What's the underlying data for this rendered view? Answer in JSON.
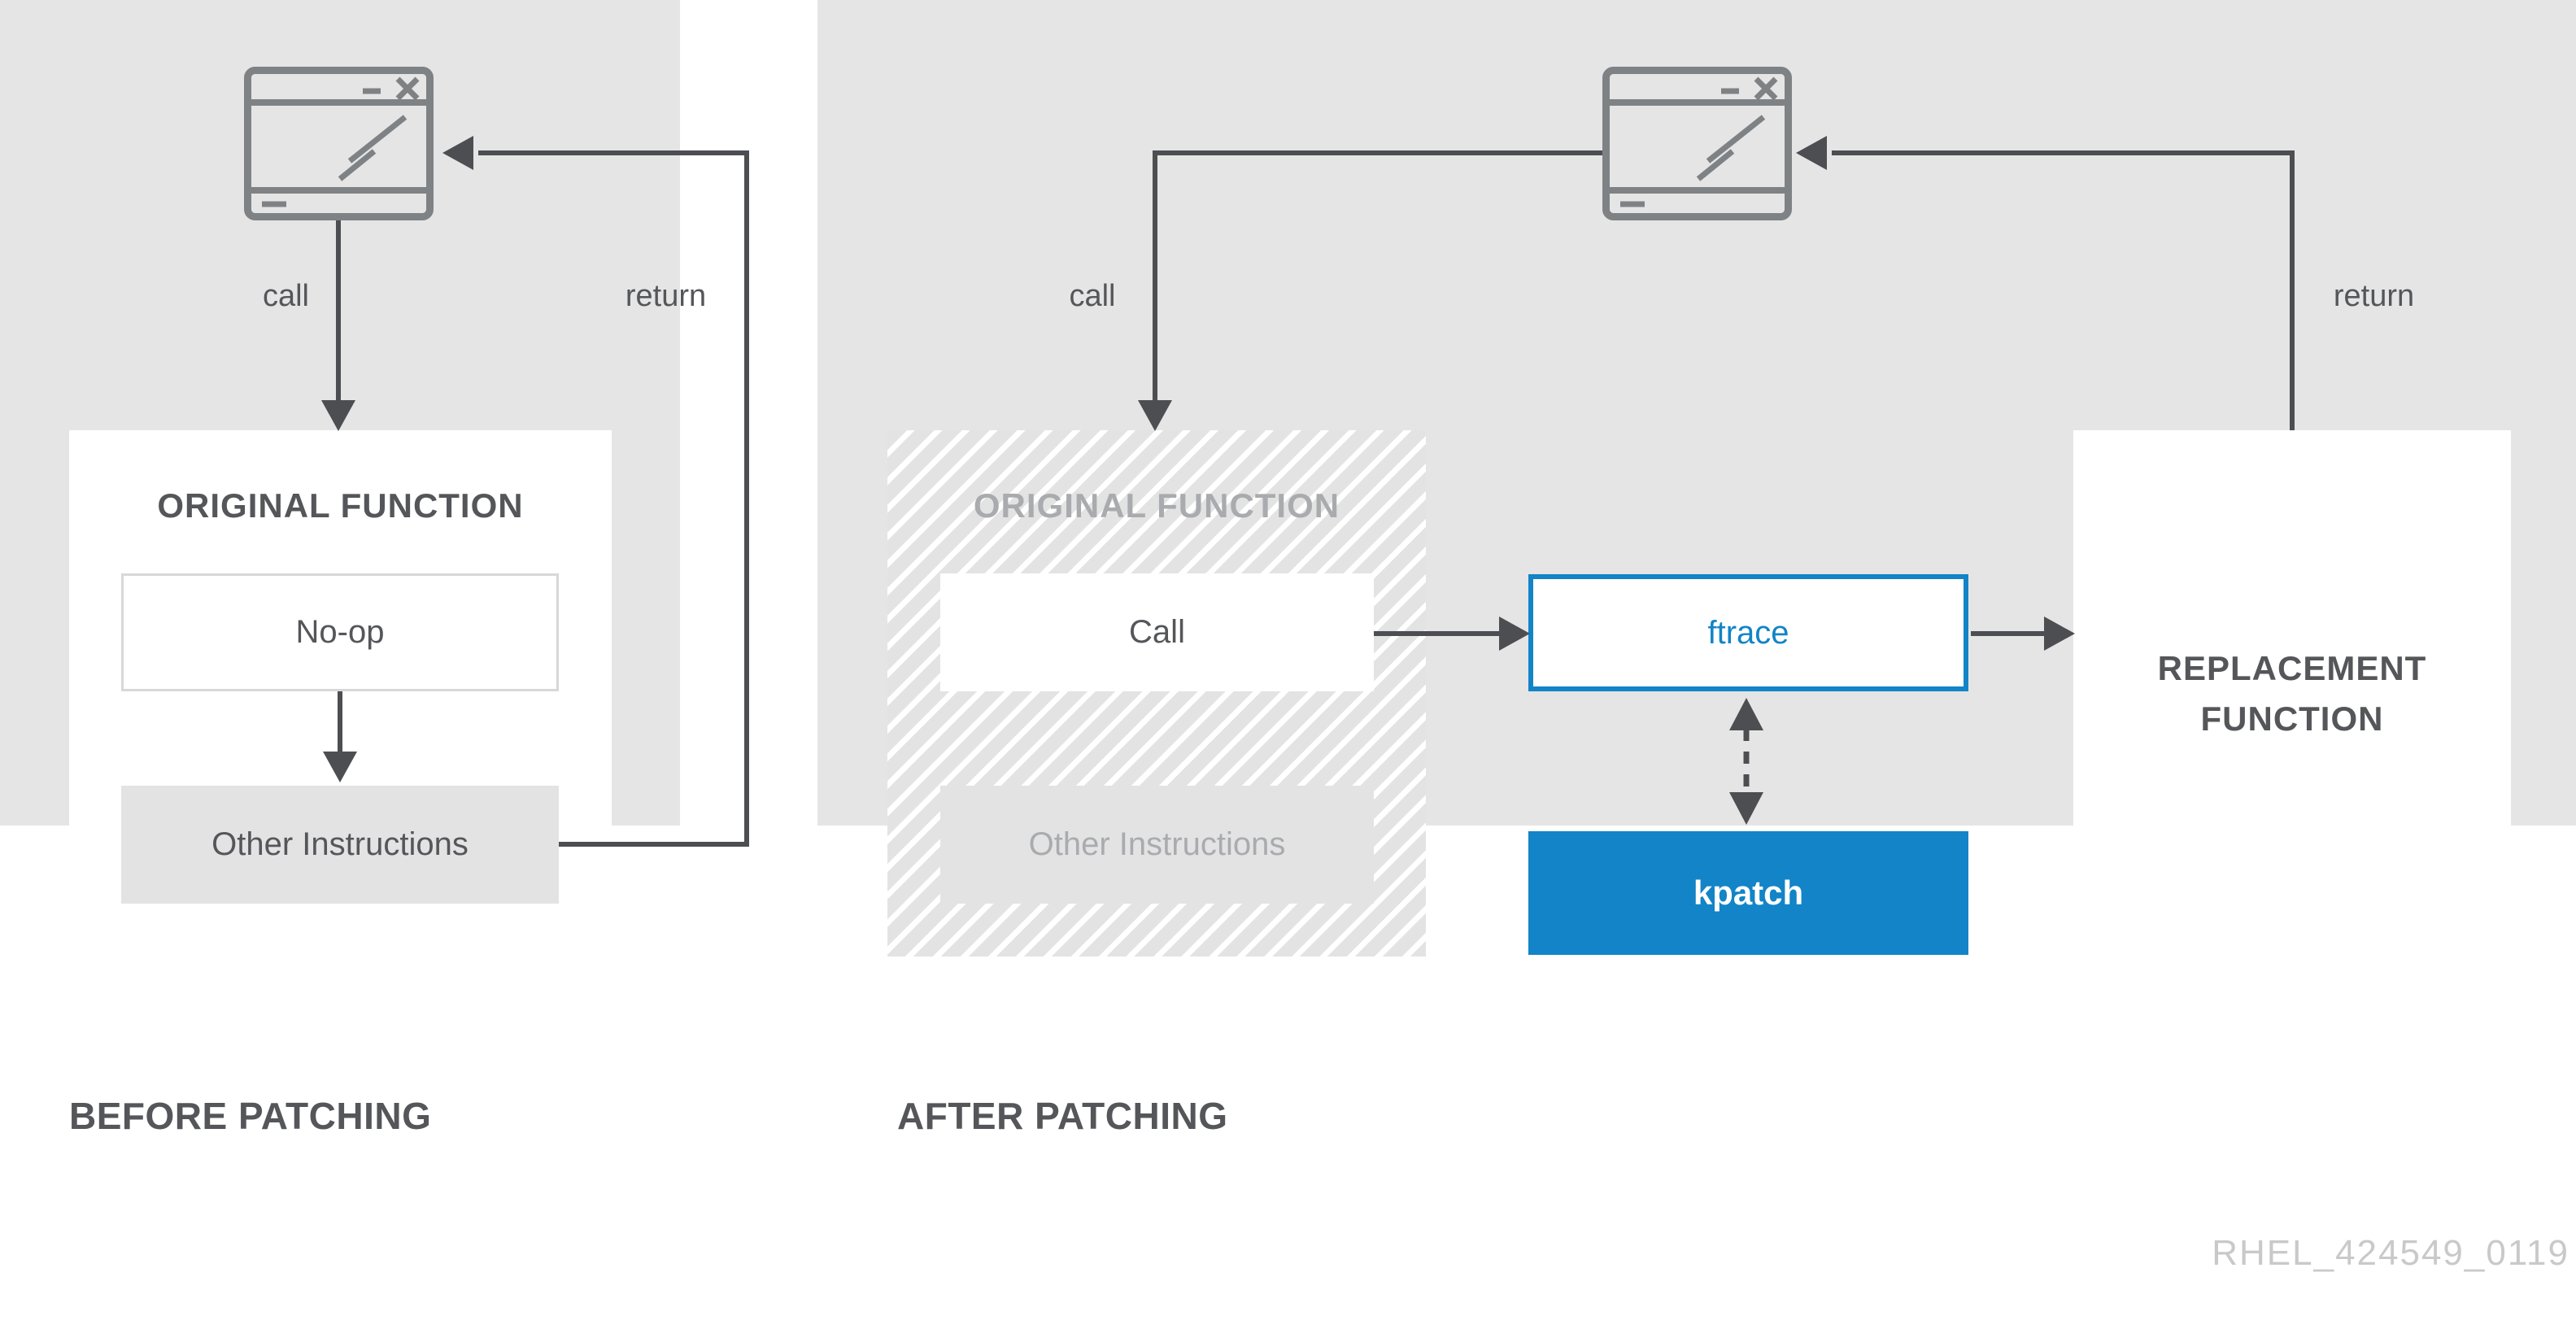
{
  "colors": {
    "line": "#4d4e51",
    "text": "#55565a",
    "muted": "#a9abae",
    "icon": "#7f8285",
    "panel": "#e5e5e5",
    "box_gray": "#e3e3e4",
    "blue": "#1284c7",
    "noop_border": "#d8d8d8",
    "watermark": "#c9c9c9"
  },
  "before": {
    "title": "BEFORE PATCHING",
    "call_label": "call",
    "return_label": "return",
    "original_function_heading": "ORIGINAL FUNCTION",
    "noop_label": "No-op",
    "other_label": "Other Instructions"
  },
  "after": {
    "title": "AFTER PATCHING",
    "call_label": "call",
    "return_label": "return",
    "original_function_heading": "ORIGINAL FUNCTION",
    "call_box_label": "Call",
    "other_label": "Other Instructions",
    "ftrace_label": "ftrace",
    "kpatch_label": "kpatch",
    "replacement_line1": "REPLACEMENT",
    "replacement_line2": "FUNCTION"
  },
  "watermark": "RHEL_424549_0119"
}
